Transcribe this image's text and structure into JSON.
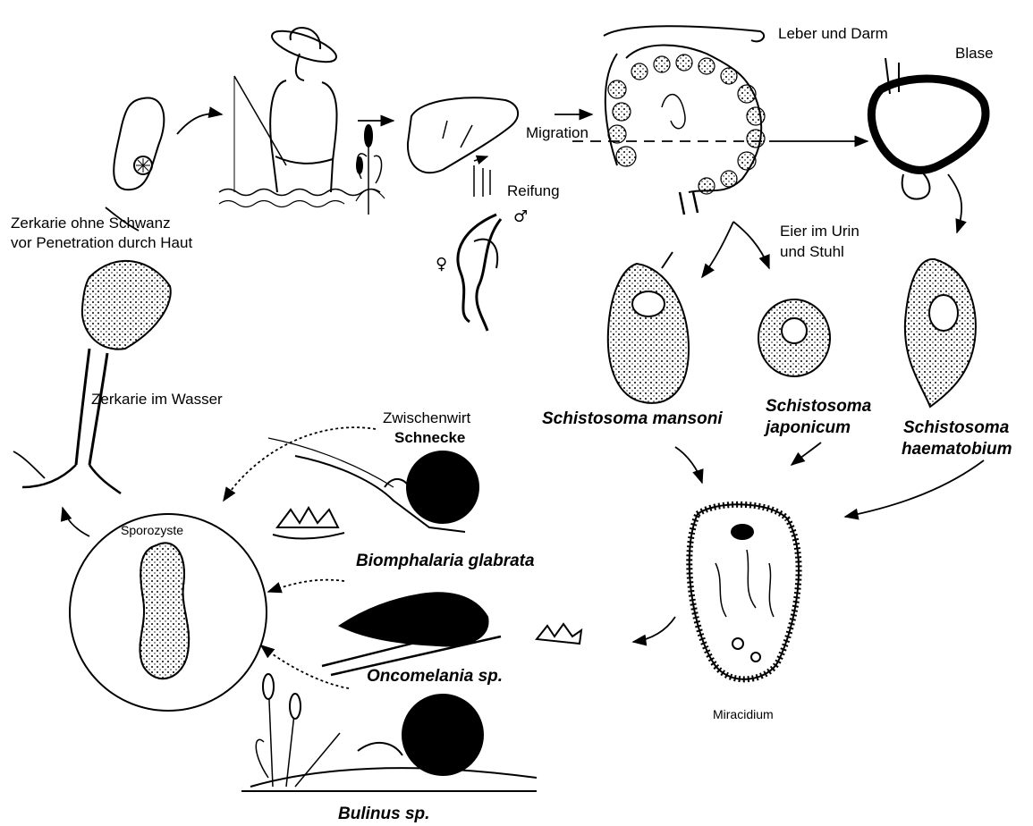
{
  "labels": {
    "liver_intestine": "Leber und Darm",
    "bladder": "Blase",
    "migration": "Migration",
    "maturation": "Reifung",
    "eggs_line1": "Eier im Urin",
    "eggs_line2": "und Stuhl",
    "cercaria_no_tail_line1": "Zerkarie ohne Schwanz",
    "cercaria_no_tail_line2": "vor Penetration durch Haut",
    "cercaria_water": "Zerkarie im Wasser",
    "intermediate_host": "Zwischenwirt",
    "snail": "Schnecke",
    "sporocyst": "Sporozyste",
    "miracidium": "Miracidium",
    "male_symbol": "♂",
    "female_symbol": "♀"
  },
  "species": {
    "mansoni": "Schistosoma mansoni",
    "japonicum_line1": "Schistosoma",
    "japonicum_line2": "japonicum",
    "haematobium_line1": "Schistosoma",
    "haematobium_line2": "haematobium"
  },
  "snails": {
    "biomphalaria": "Biomphalaria glabrata",
    "oncomelania": "Oncomelania sp.",
    "bulinus": "Bulinus sp."
  }
}
